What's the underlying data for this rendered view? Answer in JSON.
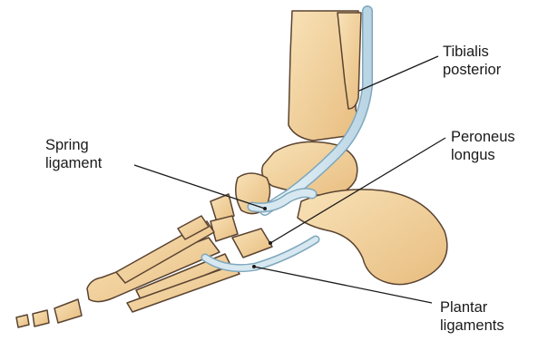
{
  "labels": {
    "tibialis_posterior": [
      "Tibialis",
      "posterior"
    ],
    "peroneus_longus": [
      "Peroneus",
      "longus"
    ],
    "spring_ligament": [
      "Spring",
      "ligament"
    ],
    "plantar_ligaments": [
      "Plantar",
      "ligaments"
    ]
  },
  "colors": {
    "bone_fill": "#f3d6a4",
    "bone_shade": "#e3b678",
    "bone_outline": "#5a4331",
    "tendon_fill": "#d7e8f0",
    "tendon_outline": "#7fa7bd",
    "leader_line": "#1a1a1a"
  }
}
